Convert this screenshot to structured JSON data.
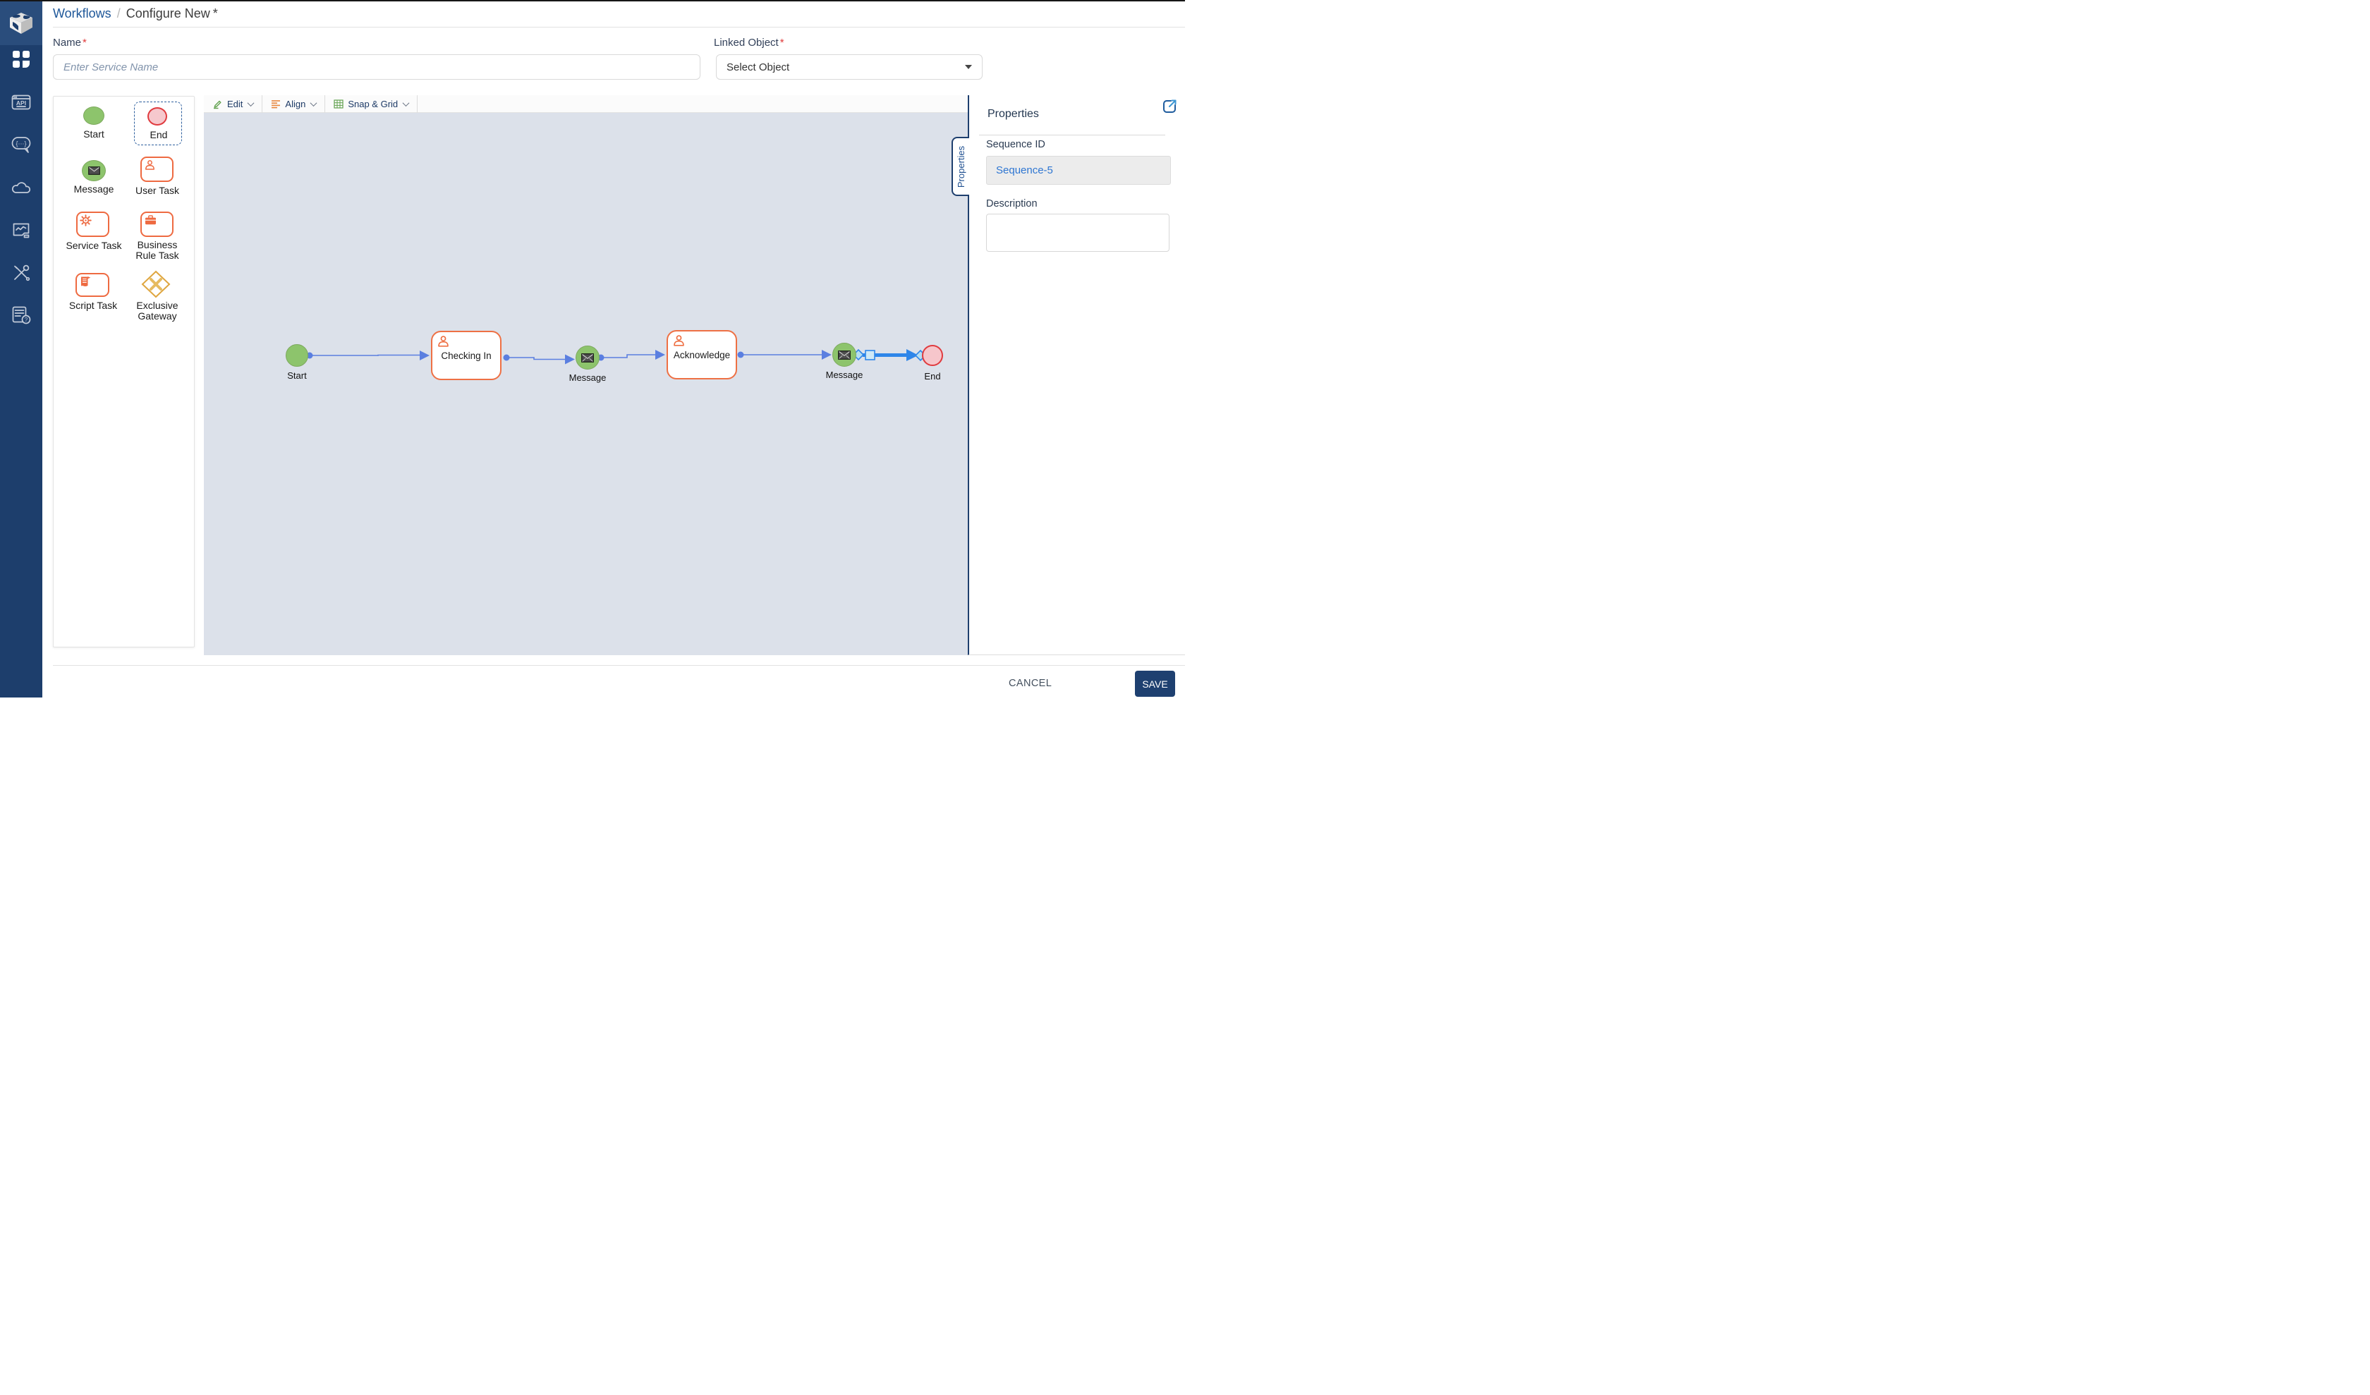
{
  "breadcrumb": {
    "section_label": "Workflows",
    "separator": "/",
    "page_label": "Configure New",
    "unsaved_marker": "*"
  },
  "form": {
    "name_label": "Name",
    "name_required_marker": "*",
    "name_placeholder": "Enter Service Name",
    "linked_object_label": "Linked Object",
    "linked_object_required_marker": "*",
    "linked_object_value": "Select Object"
  },
  "sidebar": {
    "api_icon_text": "API",
    "code_chat_icon_text": "{···}",
    "help_icon_text": "?"
  },
  "toolbar": {
    "groups": [
      {
        "label": "Edit",
        "icon": "pencil-icon"
      },
      {
        "label": "Align",
        "icon": "align-lines-icon"
      },
      {
        "label": "Snap & Grid",
        "icon": "grid-icon"
      }
    ]
  },
  "palette": {
    "items": [
      {
        "label": "Start",
        "type": "start-event"
      },
      {
        "label": "End",
        "type": "end-event",
        "selected": true
      },
      {
        "label": "Message",
        "type": "message-event"
      },
      {
        "label": "User Task",
        "type": "user-task"
      },
      {
        "label": "Service Task",
        "type": "service-task"
      },
      {
        "label": "Business Rule Task",
        "type": "business-rule-task"
      },
      {
        "label": "Script Task",
        "type": "script-task"
      },
      {
        "label": "Exclusive Gateway",
        "type": "exclusive-gateway"
      }
    ]
  },
  "canvas": {
    "nodes": [
      {
        "label": "Start",
        "type": "start-event"
      },
      {
        "label": "Checking In",
        "type": "user-task"
      },
      {
        "label": "Message",
        "type": "message-event"
      },
      {
        "label": "Acknowledge",
        "type": "user-task"
      },
      {
        "label": "Message",
        "type": "message-event"
      },
      {
        "label": "End",
        "type": "end-event"
      }
    ],
    "selected_connector": "Message-to-End"
  },
  "properties": {
    "tab_label": "Properties",
    "title": "Properties",
    "sequence_id_label": "Sequence ID",
    "sequence_id_value": "Sequence-5",
    "description_label": "Description",
    "description_value": ""
  },
  "footer": {
    "cancel_label": "CANCEL",
    "save_label": "SAVE"
  },
  "colors": {
    "sidebar_navy": "#1d3e6c",
    "accent_navy": "#1e3f6e",
    "node_green": "#8dc46c",
    "node_pink": "#f6c6cb",
    "node_red_border": "#e03b3f",
    "task_orange": "#ee7044",
    "gateway_gold": "#dfa63f",
    "connector_blue": "#5b7fe0",
    "selected_connector_blue": "#2e86e9",
    "sequence_link_blue": "#2e76d2",
    "canvas_bg": "#dce1ea"
  }
}
